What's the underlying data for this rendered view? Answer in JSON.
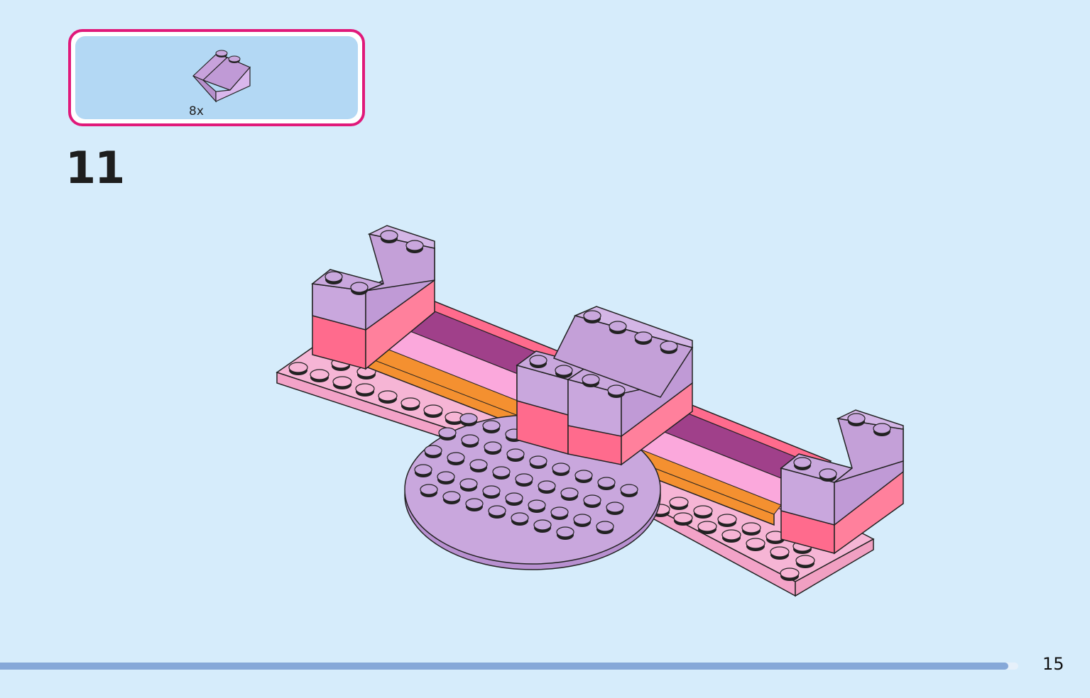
{
  "step": {
    "number": "11",
    "parts": [
      {
        "quantity": "8x",
        "icon": "lavender-slope-brick-2x2-icon",
        "color": "#c4a0d8"
      }
    ]
  },
  "page": {
    "number": "15",
    "progress": 0.99
  },
  "colors": {
    "background": "#d6ecfb",
    "callout_border": "#e0197a",
    "callout_fill": "#b3d8f4",
    "lavender": "#c9a7dd",
    "pink": "#ff6b8d",
    "light_pink": "#f6b5d5",
    "orange": "#f49030",
    "magenta": "#a0408a",
    "progress": "#86a8d8"
  }
}
